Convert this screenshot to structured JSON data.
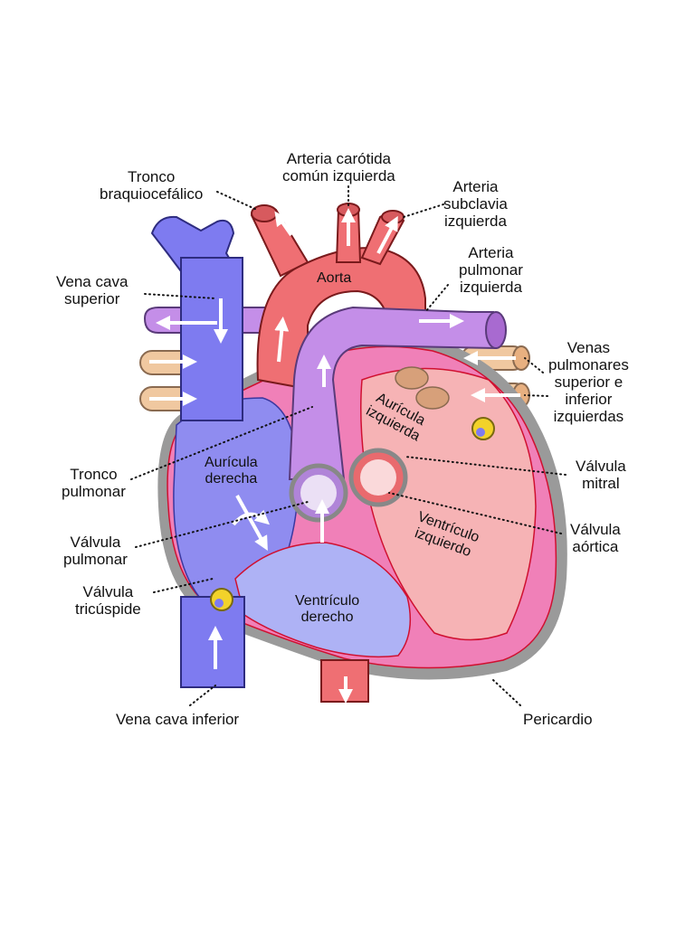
{
  "external_labels": {
    "tronco_braquiocefalico": [
      "Tronco",
      "braquiocefálico"
    ],
    "arteria_carotida": [
      "Arteria carótida",
      "común izquierda"
    ],
    "arteria_subclavia": [
      "Arteria",
      "subclavia",
      "izquierda"
    ],
    "vena_cava_superior": [
      "Vena cava",
      "superior"
    ],
    "arteria_pulmonar": [
      "Arteria",
      "pulmonar",
      "izquierda"
    ],
    "venas_pulmonares": [
      "Venas",
      "pulmonares",
      "superior e",
      "inferior",
      "izquierdas"
    ],
    "tronco_pulmonar": [
      "Tronco",
      "pulmonar"
    ],
    "valvula_mitral": [
      "Válvula",
      "mitral"
    ],
    "valvula_aortica": [
      "Válvula",
      "aórtica"
    ],
    "valvula_pulmonar": [
      "Válvula",
      "pulmonar"
    ],
    "valvula_tricuspide": [
      "Válvula",
      "tricúspide"
    ],
    "vena_cava_inferior": "Vena cava inferior",
    "pericardio": "Pericardio"
  },
  "internal_labels": {
    "aorta": "Aorta",
    "auricula_derecha": [
      "Aurícula",
      "derecha"
    ],
    "auricula_izquierda": [
      "Aurícula",
      "izquierda"
    ],
    "ventriculo_izquierdo": [
      "Ventrículo",
      "izquierdo"
    ],
    "ventriculo_derecho": [
      "Ventrículo",
      "derecho"
    ]
  },
  "colors": {
    "venous": "#7e7bf0",
    "venous_dark": "#5f5cd6",
    "arterial": "#ef6f73",
    "pulmonary_artery": "#c48ee8",
    "pulmonary_vein": "#f0c8a0",
    "myocardium": "#f080b8",
    "left_chambers": "#f6b3b5",
    "right_chambers": "#aeb2f5",
    "pericardium": "#9a9a9a"
  }
}
